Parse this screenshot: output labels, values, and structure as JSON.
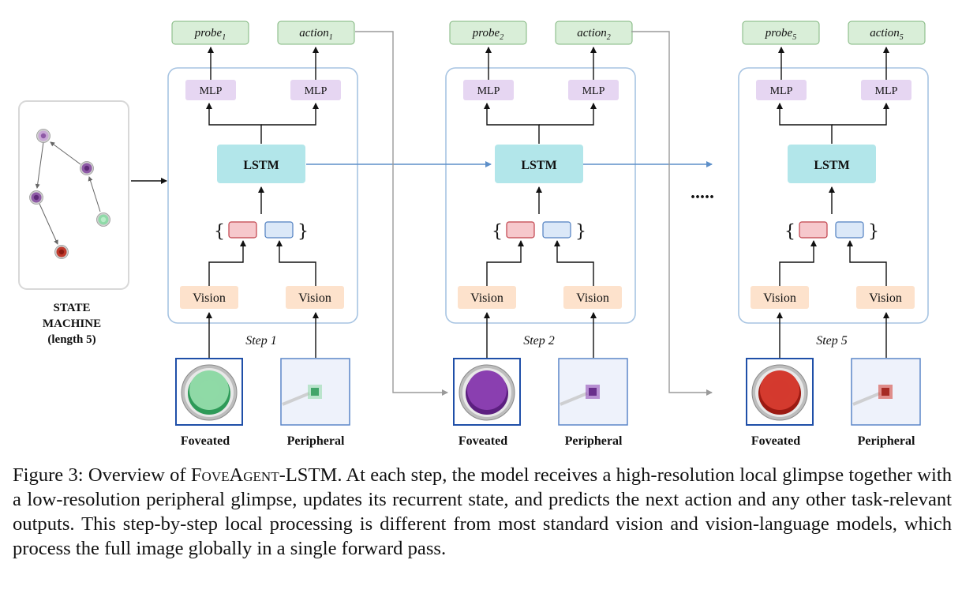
{
  "state_machine": {
    "title_line1": "STATE",
    "title_line2": "MACHINE",
    "title_line3": "(length 5)",
    "nodes": [
      {
        "color": "#c9a8d6",
        "core": "#8e5aa6"
      },
      {
        "color": "#8e5aa6",
        "core": "#5e2a78"
      },
      {
        "color": "#8e5aa6",
        "core": "#5e2a78"
      },
      {
        "color": "#8fdaa8",
        "core": "#b9ecc8"
      },
      {
        "color": "#c0392b",
        "core": "#8b1a12"
      }
    ]
  },
  "steps": [
    {
      "label": "Step 1",
      "probe": "probe",
      "probe_sub": "1",
      "action": "action",
      "action_sub": "1",
      "mlp_left": "MLP",
      "mlp_right": "MLP",
      "lstm": "LSTM",
      "vision_left": "Vision",
      "vision_right": "Vision",
      "brace_open": "{",
      "brace_close": "}",
      "foveated": "Foveated",
      "peripheral": "Peripheral",
      "glimpse_color": "#8fd9a6",
      "glimpse_dark": "#2e9a58"
    },
    {
      "label": "Step 2",
      "probe": "probe",
      "probe_sub": "2",
      "action": "action",
      "action_sub": "2",
      "mlp_left": "MLP",
      "mlp_right": "MLP",
      "lstm": "LSTM",
      "vision_left": "Vision",
      "vision_right": "Vision",
      "brace_open": "{",
      "brace_close": "}",
      "foveated": "Foveated",
      "peripheral": "Peripheral",
      "glimpse_color": "#8a3fb0",
      "glimpse_dark": "#5c1f80"
    },
    {
      "label": "Step 5",
      "probe": "probe",
      "probe_sub": "5",
      "action": "action",
      "action_sub": "5",
      "mlp_left": "MLP",
      "mlp_right": "MLP",
      "lstm": "LSTM",
      "vision_left": "Vision",
      "vision_right": "Vision",
      "brace_open": "{",
      "brace_close": "}",
      "foveated": "Foveated",
      "peripheral": "Peripheral",
      "glimpse_color": "#d43a2e",
      "glimpse_dark": "#9c1a12"
    }
  ],
  "ellipsis": ".....",
  "caption": {
    "prefix": "Figure 3: Overview of ",
    "model_name": "FoveAgent-LSTM",
    "body": ". At each step, the model receives a high-resolution local glimpse together with a low-resolution peripheral glimpse, updates its recurrent state, and predicts the next action and any other task-relevant outputs.  This step-by-step local processing is different from most standard vision and vision-language models, which process the full image globally in a single forward pass."
  },
  "colors": {
    "output_box": "#d9eed8",
    "output_border": "#7fb57c",
    "mlp_box": "#e6d6f2",
    "lstm_box": "#b2e6ea",
    "vision_box": "#fde2cc",
    "feat_red": "#f6c8cc",
    "feat_red_border": "#c0404a",
    "feat_blue": "#dbe8f8",
    "feat_blue_border": "#4f7fc0",
    "step_border": "#a7c4e2",
    "recurrent_arrow": "#5d8fc9",
    "skip_arrow": "#9a9a9a",
    "foveated_border": "#1f4fa8",
    "peripheral_border": "#5b86c8"
  }
}
